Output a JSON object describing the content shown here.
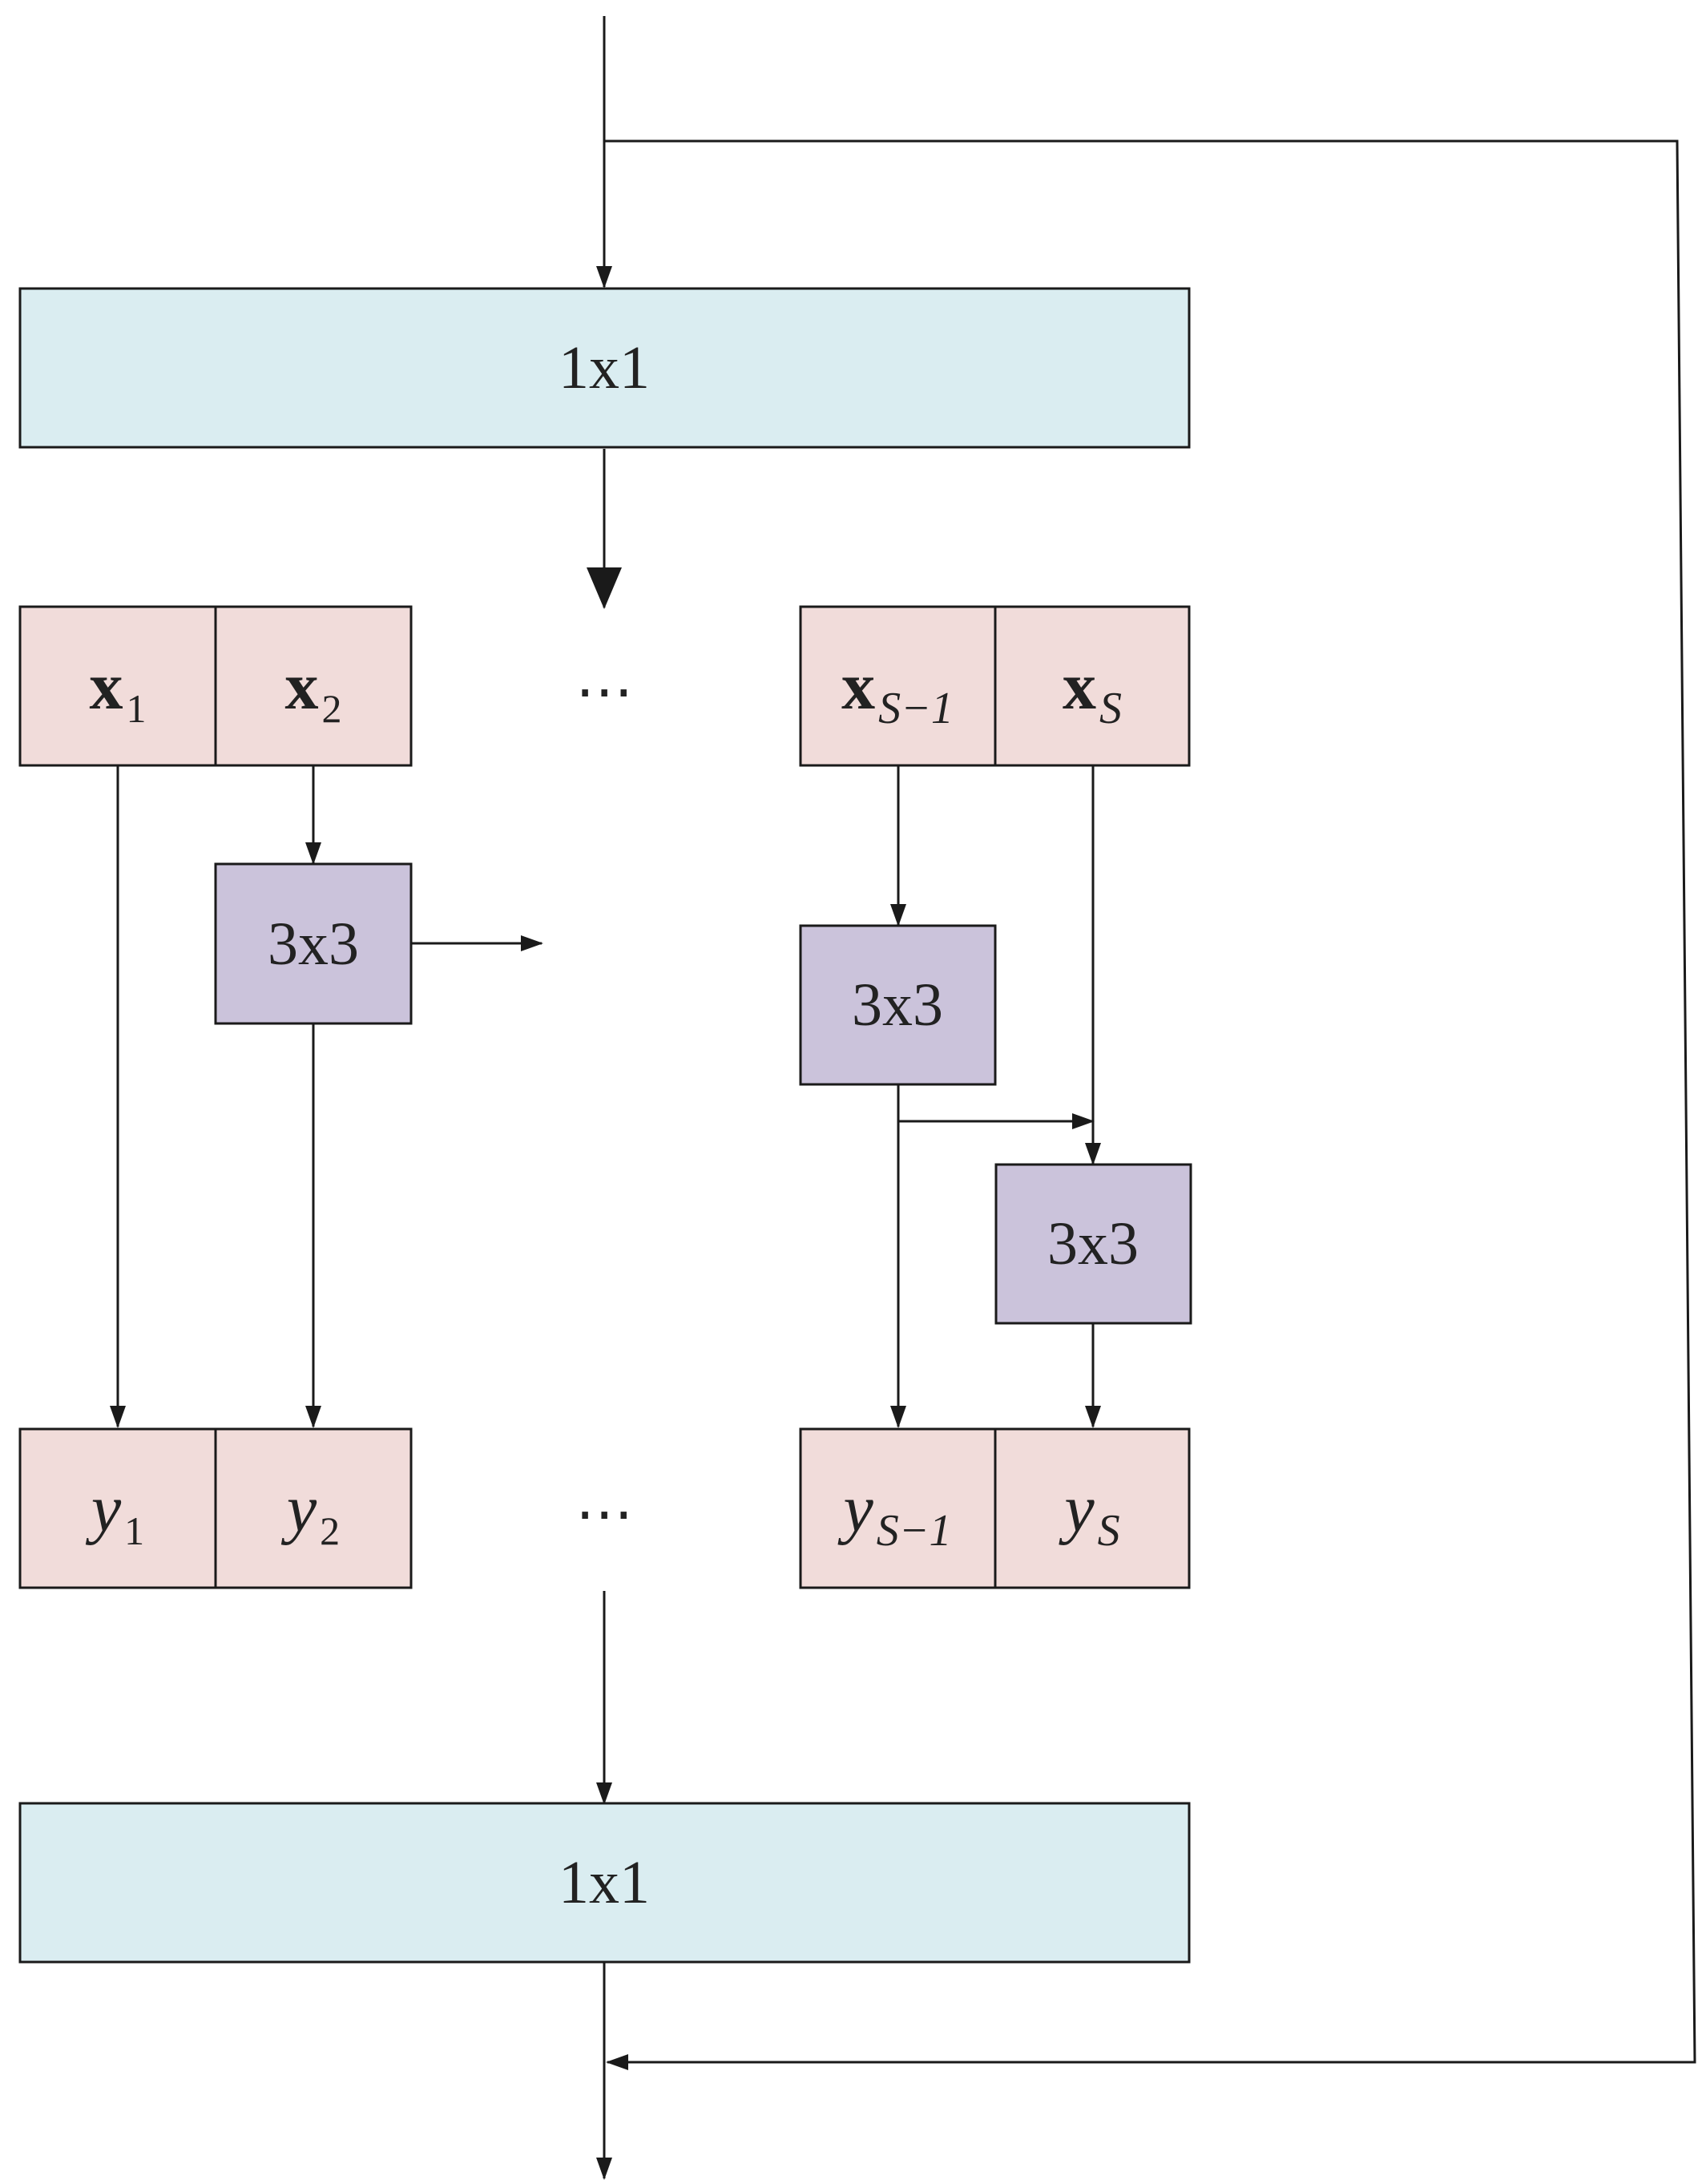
{
  "colors": {
    "conv1x1_fill": "#daedf1",
    "split_fill": "#f1dcda",
    "conv3x3_fill": "#cbc3db",
    "stroke": "#1a1a1a",
    "background": "#ffffff"
  },
  "diagram": {
    "conv_top": {
      "label": "1x1"
    },
    "conv_bottom": {
      "label": "1x1"
    },
    "inputs": [
      {
        "main": "x",
        "sub": "1",
        "sub_italic": false
      },
      {
        "main": "x",
        "sub": "2",
        "sub_italic": false
      },
      {
        "main": "x",
        "sub": "S−1",
        "sub_italic": true
      },
      {
        "main": "x",
        "sub": "S",
        "sub_italic": true
      }
    ],
    "outputs": [
      {
        "main": "y",
        "sub": "1",
        "sub_italic": false
      },
      {
        "main": "y",
        "sub": "2",
        "sub_italic": false
      },
      {
        "main": "y",
        "sub": "S−1",
        "sub_italic": true
      },
      {
        "main": "y",
        "sub": "S",
        "sub_italic": true
      }
    ],
    "conv3x3": [
      {
        "label": "3x3"
      },
      {
        "label": "3x3"
      },
      {
        "label": "3x3"
      }
    ],
    "ellipsis": "⋯"
  }
}
